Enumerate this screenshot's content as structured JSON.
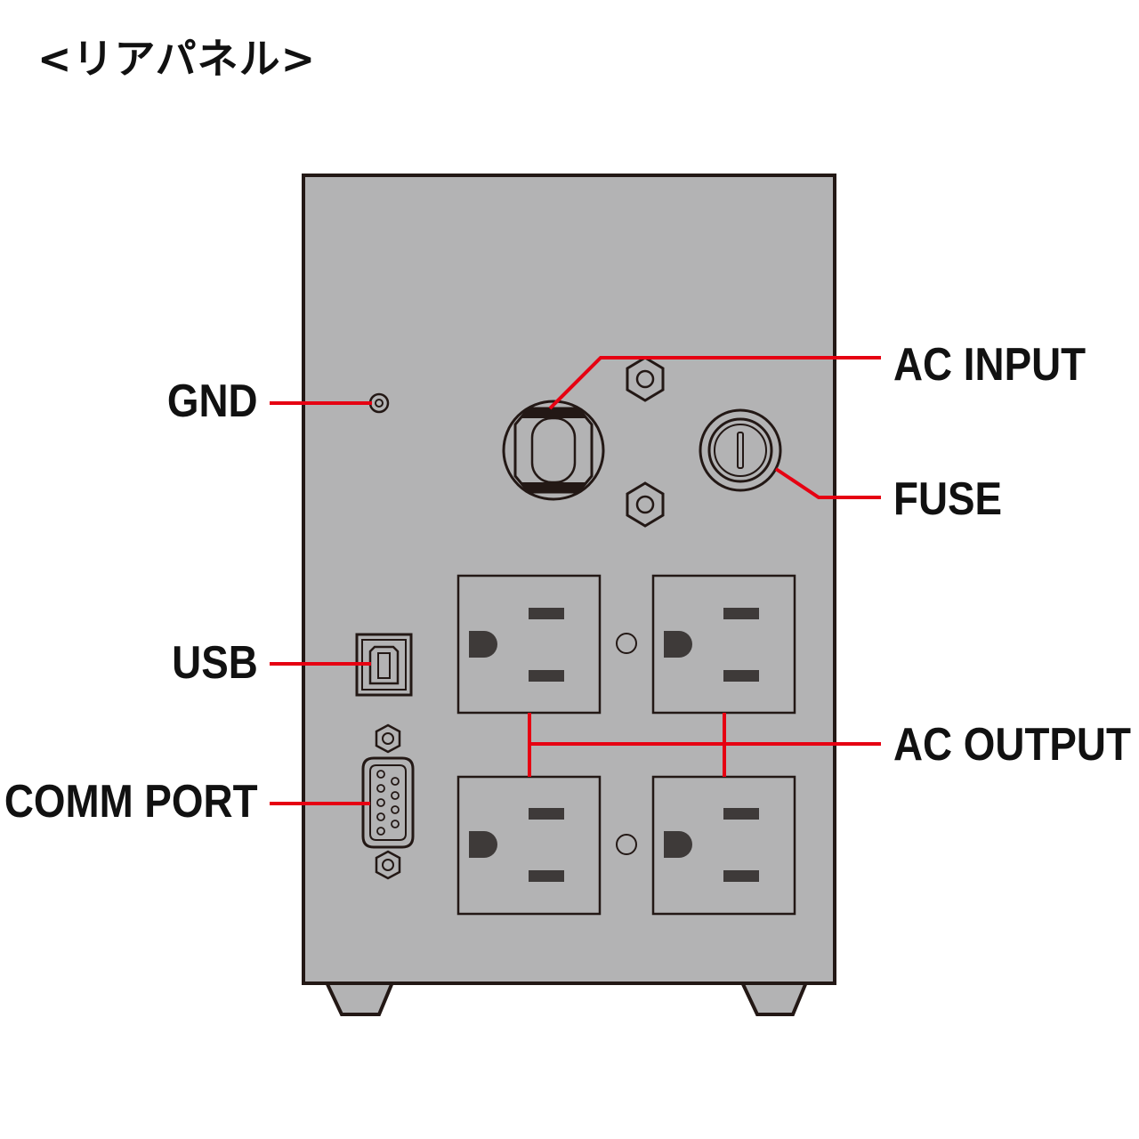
{
  "heading": "<リアパネル>",
  "labels": {
    "gnd": "GND",
    "usb": "USB",
    "comm_port": "COMM PORT",
    "ac_input": "AC INPUT",
    "fuse": "FUSE",
    "ac_output": "AC OUTPUT"
  },
  "colors": {
    "panel": "#b3b3b4",
    "outline": "#231815",
    "leader": "#e60012",
    "prong": "#3e3a39"
  }
}
